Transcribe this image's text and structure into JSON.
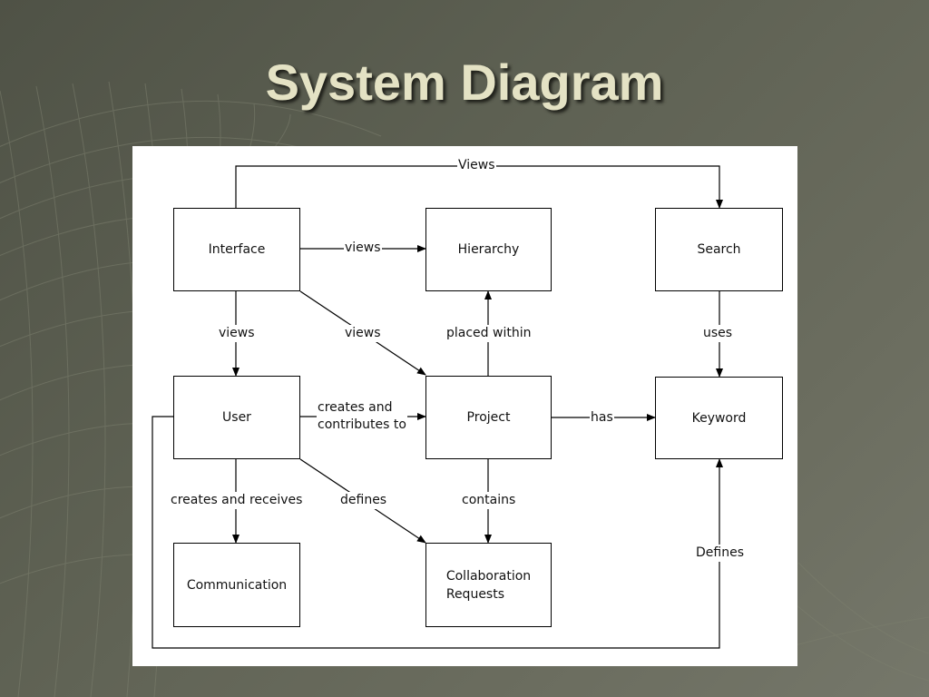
{
  "slide": {
    "title": "System Diagram"
  },
  "diagram": {
    "nodes": {
      "interface": "Interface",
      "hierarchy": "Hierarchy",
      "search": "Search",
      "user": "User",
      "project": "Project",
      "keyword": "Keyword",
      "communication": "Communication",
      "collaboration_requests": "Collaboration\nRequests"
    },
    "edges": {
      "interface_search": "Views",
      "interface_hierarchy": "views",
      "interface_user": "views",
      "interface_project": "views",
      "project_hierarchy": "placed within",
      "search_keyword": "uses",
      "user_project": "creates and\ncontributes to",
      "project_keyword": "has",
      "user_communication": "creates and receives",
      "user_collaboration": "defines",
      "project_collaboration": "contains",
      "user_keyword": "Defines"
    }
  }
}
